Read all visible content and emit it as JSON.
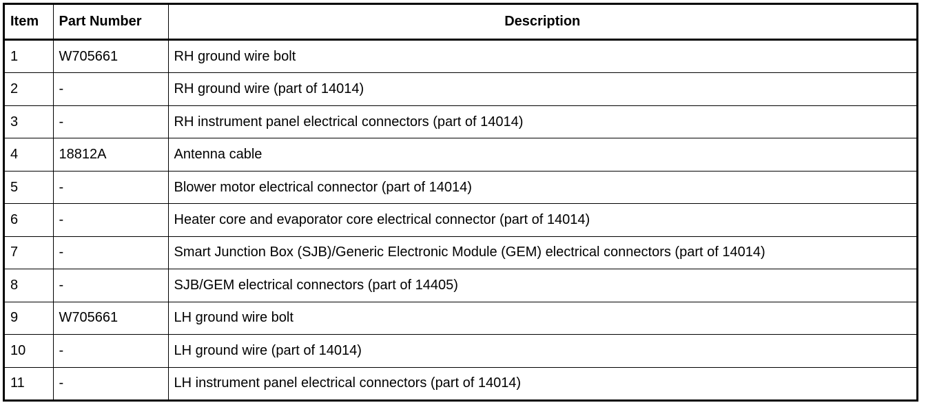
{
  "table": {
    "columns": [
      {
        "key": "item",
        "label": "Item"
      },
      {
        "key": "part_number",
        "label": "Part Number"
      },
      {
        "key": "description",
        "label": "Description"
      }
    ],
    "rows": [
      {
        "item": "1",
        "part_number": "W705661",
        "description": "RH ground wire bolt"
      },
      {
        "item": "2",
        "part_number": "-",
        "description": "RH ground wire (part of 14014)"
      },
      {
        "item": "3",
        "part_number": "-",
        "description": "RH instrument panel electrical connectors (part of 14014)"
      },
      {
        "item": "4",
        "part_number": "18812A",
        "description": "Antenna cable"
      },
      {
        "item": "5",
        "part_number": "-",
        "description": "Blower motor electrical connector (part of 14014)"
      },
      {
        "item": "6",
        "part_number": "-",
        "description": "Heater core and evaporator core electrical connector (part of 14014)"
      },
      {
        "item": "7",
        "part_number": "-",
        "description": "Smart Junction Box (SJB)/Generic Electronic Module (GEM) electrical connectors (part of 14014)"
      },
      {
        "item": "8",
        "part_number": "-",
        "description": "SJB/GEM electrical connectors (part of 14405)"
      },
      {
        "item": "9",
        "part_number": "W705661",
        "description": "LH ground wire bolt"
      },
      {
        "item": "10",
        "part_number": "-",
        "description": "LH ground wire (part of 14014)"
      },
      {
        "item": "11",
        "part_number": "-",
        "description": "LH instrument panel electrical connectors (part of 14014)"
      }
    ]
  },
  "colors": {
    "border": "#000000",
    "text": "#000000",
    "background": "#ffffff"
  }
}
